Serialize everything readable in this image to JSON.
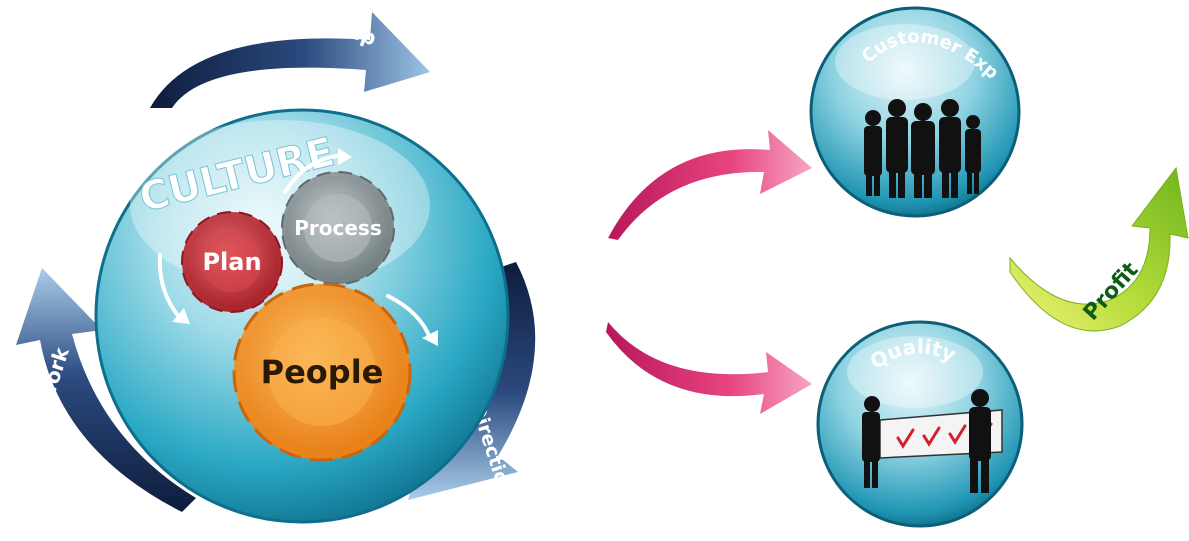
{
  "main_circle": {
    "title": "CULTURE",
    "gears": {
      "plan": "Plan",
      "process": "Process",
      "people": "People"
    }
  },
  "cycle_arrows": {
    "relationship": "Relationship",
    "work": "Work",
    "direction": "Direction"
  },
  "outcomes": {
    "customer_experience": "Customer Experience",
    "quality": "Quality"
  },
  "profit_arrow": {
    "label": "Profit"
  },
  "colors": {
    "sphere": "#2aa8c4",
    "plan_gear": "#c8303a",
    "process_gear": "#8a9396",
    "people_gear": "#f0901e",
    "cycle_arrow": "#1e3560",
    "pink_arrow": "#e0306a",
    "profit_arrow": "#9acb28"
  }
}
